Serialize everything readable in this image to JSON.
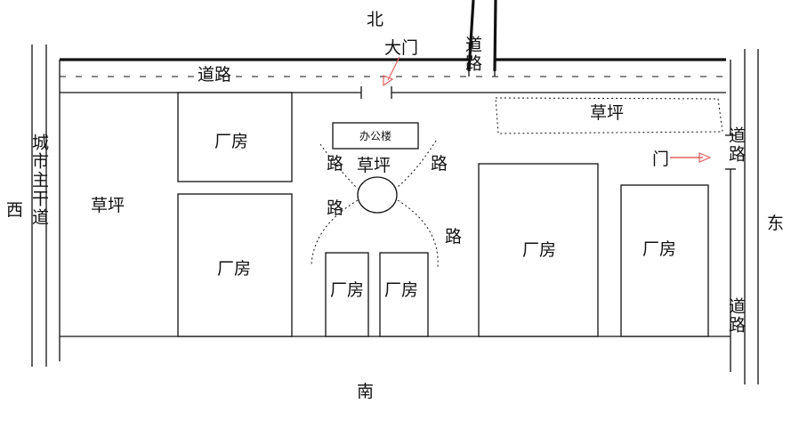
{
  "directions": {
    "north": "北",
    "south": "南",
    "east": "东",
    "west": "西"
  },
  "roads": {
    "north_road": "道路",
    "north_branch_road": "道路",
    "west_trunk_road": "城市主干道",
    "east_road_upper": "道路",
    "east_road_lower": "道路"
  },
  "gates": {
    "main_gate": "大门",
    "east_gate": "门"
  },
  "buildings": {
    "office": "办公楼",
    "factories": [
      "厂房",
      "厂房",
      "厂房",
      "厂房",
      "厂房",
      "厂房"
    ]
  },
  "lawns": {
    "west_lawn": "草坪",
    "center_lawn": "草坪",
    "northeast_lawn": "草坪"
  },
  "paths": [
    "路",
    "路",
    "路",
    "路"
  ],
  "colors": {
    "arrow": "#e06060",
    "line": "#111111"
  }
}
